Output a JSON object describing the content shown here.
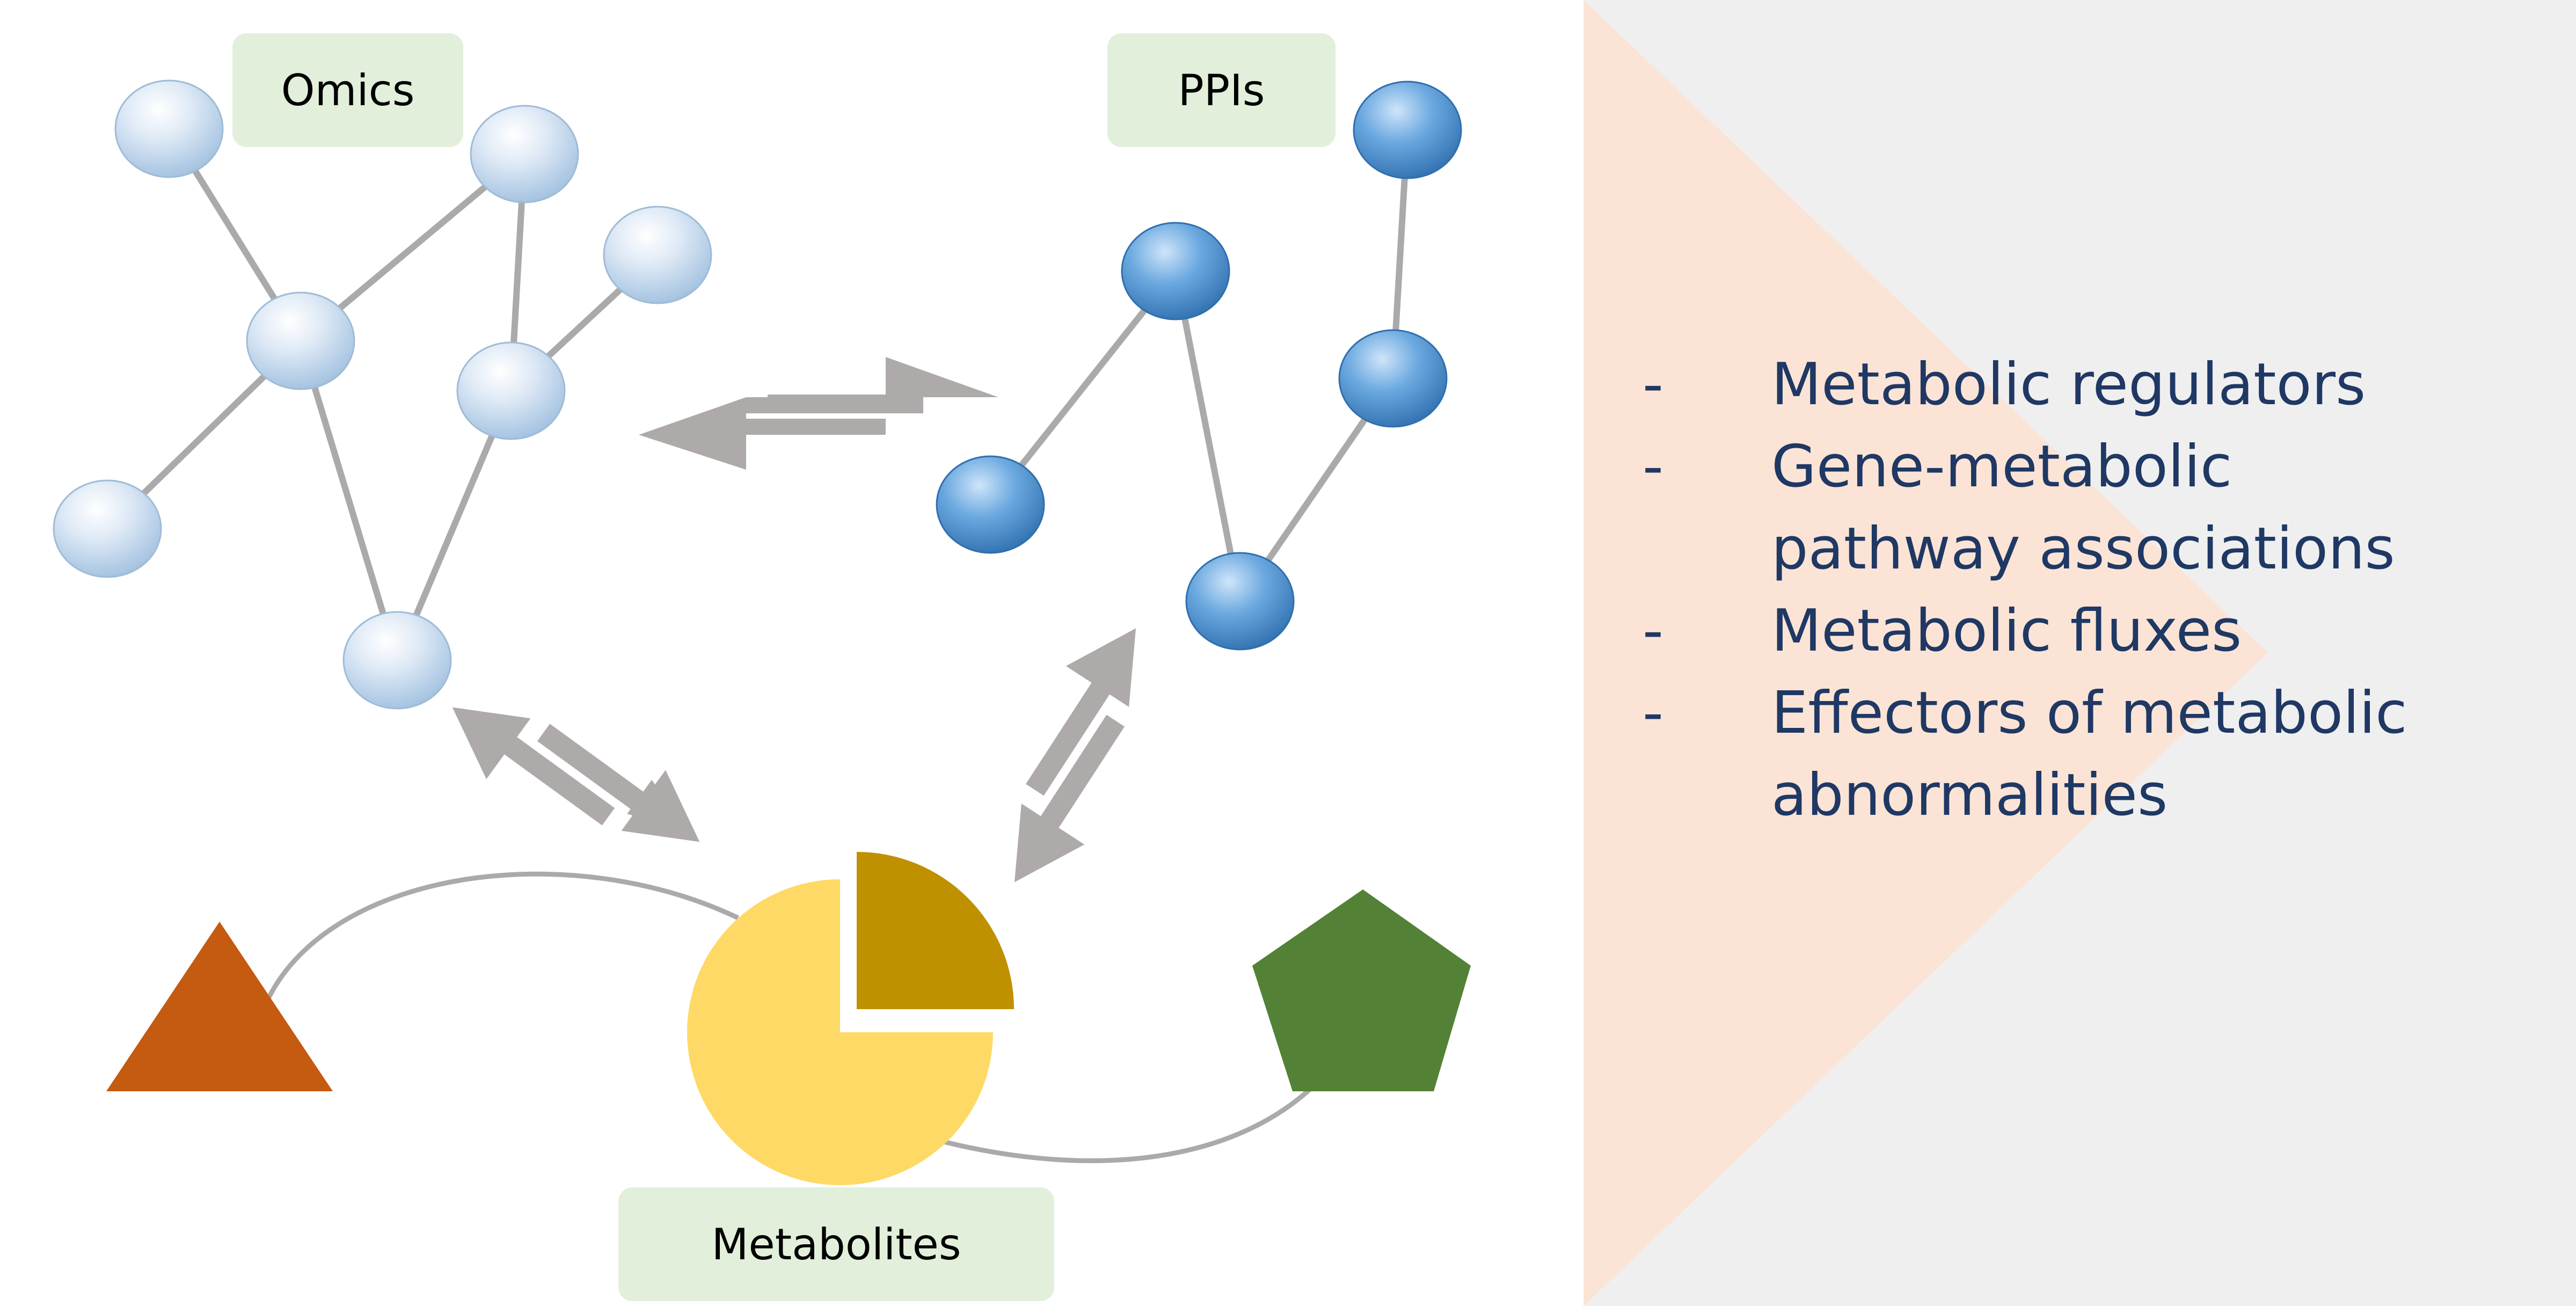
{
  "labels": {
    "omics": "Omics",
    "ppis": "PPIs",
    "metabolites": "Metabolites"
  },
  "panel": {
    "bullet": "-",
    "items": [
      "Metabolic regulators",
      "Gene-metabolic pathway associations",
      "Metabolic fluxes",
      "Effectors of metabolic abnormalities"
    ]
  },
  "colors": {
    "panel_background": "#efefef",
    "panel_triangle": "#fbe4d6",
    "label_fill": "#e2efda",
    "list_text": "#1f3864",
    "arrow": "#aeaaaa",
    "edge": "#aaaaaa",
    "omics_node": "#cfe2f3",
    "ppi_node": "#5b9bd5",
    "triangle": "#c55a11",
    "pentagon": "#538135",
    "pie_main": "#ffd966",
    "pie_slice": "#bf9000"
  },
  "icons": {
    "shapes": [
      "node-sphere-icon",
      "double-arrow-icon",
      "triangle-shape-icon",
      "pie-chart-icon",
      "pentagon-shape-icon"
    ]
  }
}
